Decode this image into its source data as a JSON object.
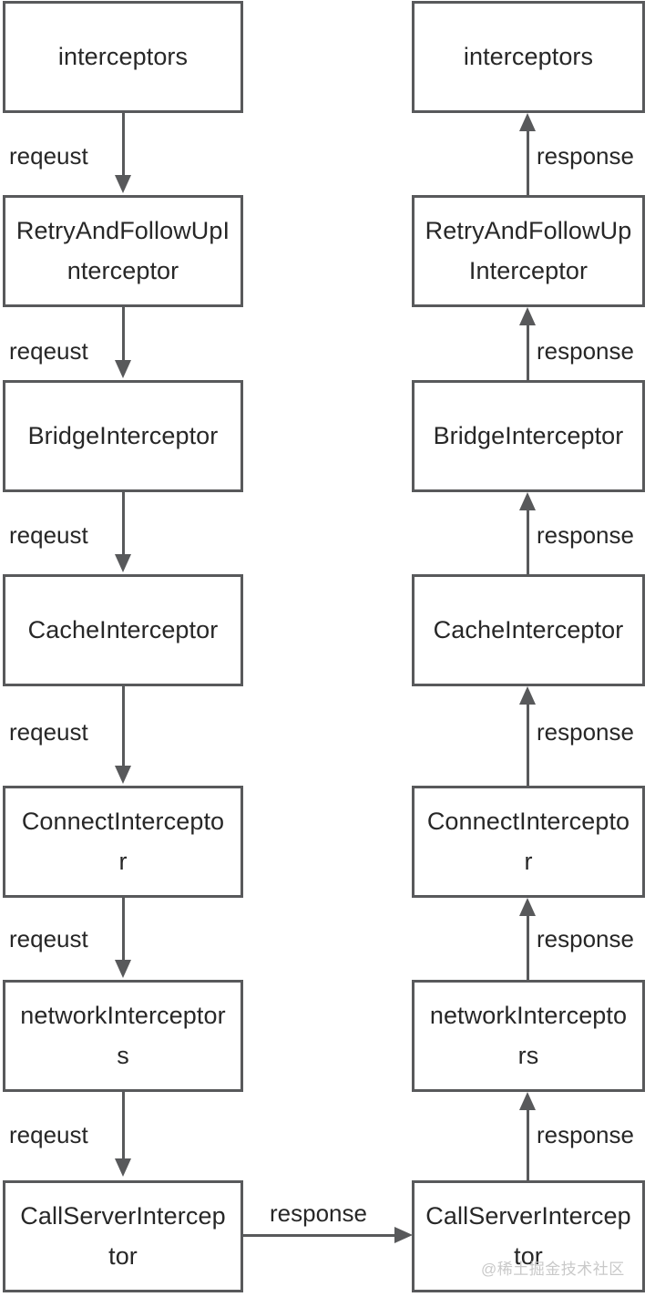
{
  "diagram": {
    "title": "OkHttp interceptor chain request/response flow",
    "colors": {
      "stroke": "#58595b",
      "text": "#272727",
      "background": "#ffffff",
      "watermark": "#c9c9c9"
    },
    "columns": [
      {
        "name": "request-chain",
        "direction": "downward",
        "edge_label": "reqeust",
        "nodes": [
          "interceptors",
          "RetryAndFollowUpI\nnterceptor",
          "BridgeInterceptor",
          "CacheInterceptor",
          "ConnectIntercepto\nr",
          "networkInterceptor\ns",
          "CallServerIntercep\ntor"
        ]
      },
      {
        "name": "response-chain",
        "direction": "upward",
        "edge_label": "response",
        "nodes": [
          "interceptors",
          "RetryAndFollowUp\nInterceptor",
          "BridgeInterceptor",
          "CacheInterceptor",
          "ConnectIntercepto\nr",
          "networkIntercepto\nrs",
          "CallServerIntercep\ntor"
        ]
      }
    ],
    "edge_labels": {
      "request": "reqeust",
      "response": "response"
    },
    "cross_edge": {
      "label": "response",
      "from": "CallServerIntercep tor (left)",
      "to": "CallServerIntercep tor (right)"
    },
    "watermark": "@稀土掘金技术社区"
  }
}
